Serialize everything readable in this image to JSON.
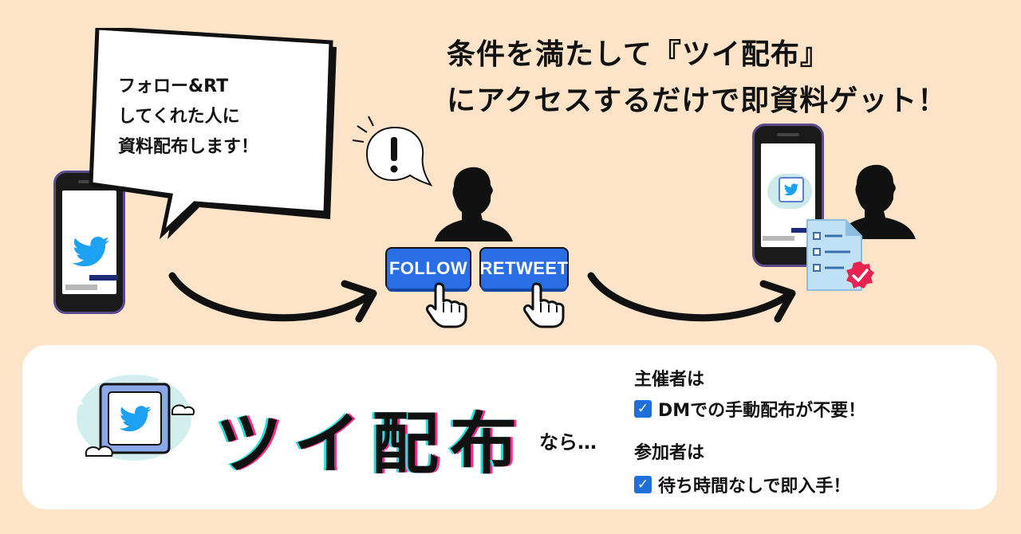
{
  "headline": {
    "line1": "条件を満たして『ツイ配布』",
    "line2": "にアクセスするだけで即資料ゲット！"
  },
  "bubble": {
    "line1": "フォロー&RT",
    "line2": "してくれた人に",
    "line3": "資料配布します！"
  },
  "buttons": {
    "follow": "FOLLOW",
    "retweet": "RETWEET"
  },
  "brand": {
    "name": "ツイ配布",
    "suffix": "なら…"
  },
  "features": {
    "organizer_head": "主催者は",
    "organizer_item": "DMでの手動配布が不要！",
    "participant_head": "参加者は",
    "participant_item": "待ち時間なしで即入手！"
  },
  "colors": {
    "background": "#fde4c8",
    "twitter_blue": "#1da1f2",
    "button_blue": "#2a6ee6",
    "check_blue": "#1e6fd9"
  }
}
